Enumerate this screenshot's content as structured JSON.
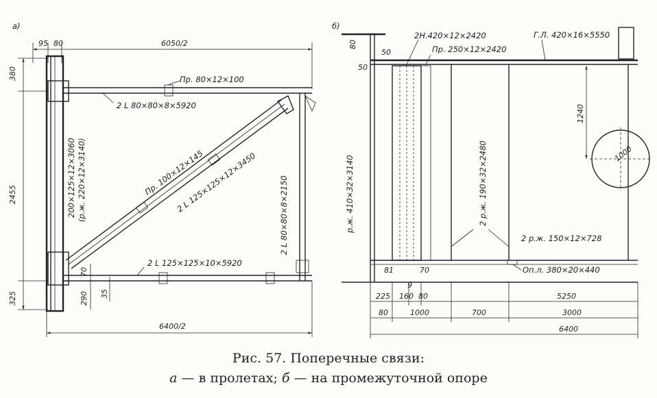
{
  "figure": {
    "caption_line1": "Рис. 57. Поперечные связи:",
    "caption_a_letter": "а",
    "caption_a_text": " — в пролетах; ",
    "caption_b_letter": "б",
    "caption_b_text": " — на промежуточной опоре"
  },
  "panel_a": {
    "tag": "а)",
    "dims": {
      "d95": "95",
      "d80": "80",
      "d6050": "6050/2",
      "d380": "380",
      "d2455": "2455",
      "d325": "325",
      "d70": "70",
      "d290": "290",
      "d35": "35",
      "d6400": "6400/2"
    },
    "labels": {
      "plate_top": "Пр. 80×12×100",
      "chord_top": "2 L 80×80×8×5920",
      "post_left": "200×125×12×3060",
      "post_left_rib": "(р.ж. 220×12×3140)",
      "diag_plate": "Пр. 100×12×145",
      "diagonal": "2 L 125×125×12×3450",
      "post_right": "2 L 80×80×8×2150",
      "chord_bottom": "2 L 125×125×10×5920"
    }
  },
  "panel_b": {
    "tag": "б)",
    "dims": {
      "d80": "80",
      "d50a": "50",
      "d50b": "50",
      "d1240": "1240",
      "d1000circle": "1000",
      "d81": "81",
      "d9": "9",
      "d70": "70",
      "d225": "225",
      "d160": "160",
      "d80b": "80",
      "d5250": "5250",
      "d80c": "80",
      "d1000": "1000",
      "d700": "700",
      "d3000": "3000",
      "d6400": "6400"
    },
    "labels": {
      "rib_2h": "2Н.420×12×2420",
      "plate": "Пр. 250×12×2420",
      "top_flange": "Г.Л. 420×16×5550",
      "rib_left": "р.ж. 410×32×3140",
      "rib_mid": "2 р.ж. 190×32×2480",
      "rib_right": "2 р.ж. 150×12×728",
      "support_plate": "Оп.л. 380×20×440"
    }
  }
}
